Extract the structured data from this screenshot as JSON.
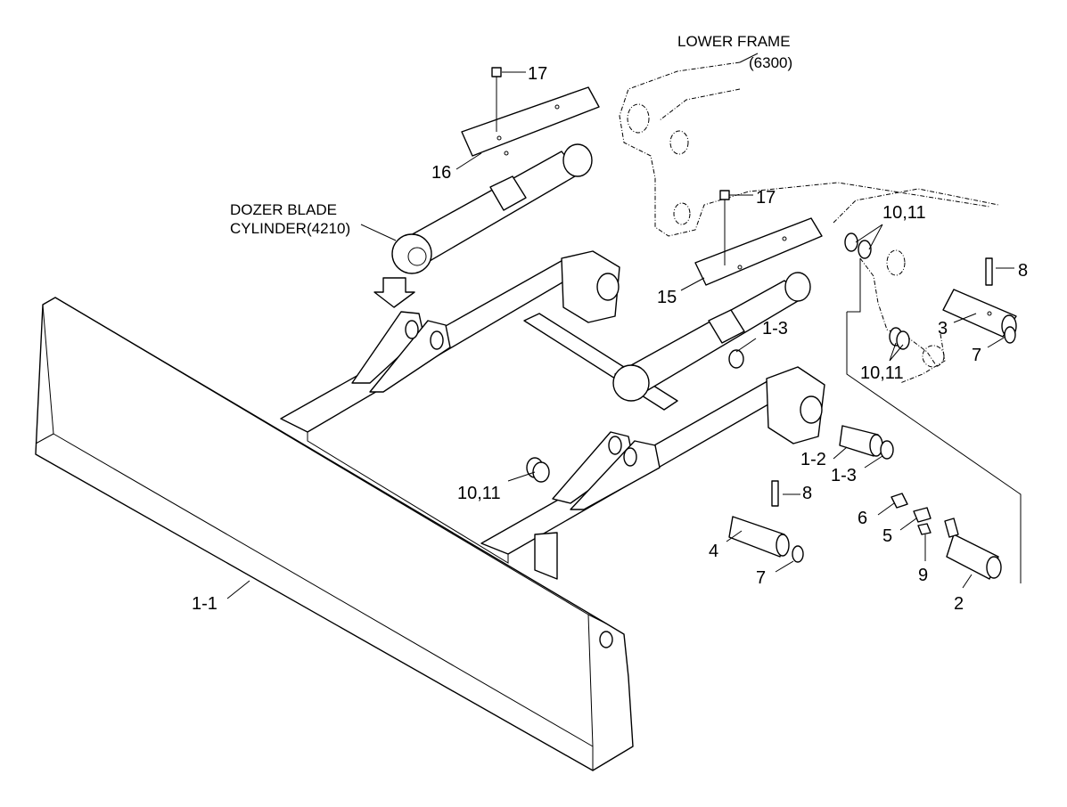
{
  "notes": {
    "lower_frame_line1": "LOWER FRAME",
    "lower_frame_line2": "(6300)",
    "cylinder_line1": "DOZER BLADE",
    "cylinder_line2": "CYLINDER(4210)"
  },
  "callouts": {
    "p17_top": "17",
    "p17_mid": "17",
    "p16": "16",
    "p15": "15",
    "p10_11_a": "10,11",
    "p10_11_b": "10,11",
    "p10_11_c": "10,11",
    "p8_a": "8",
    "p8_b": "8",
    "p3": "3",
    "p7_a": "7",
    "p7_b": "7",
    "p1_3_a": "1-3",
    "p1_3_b": "1-3",
    "p1_2": "1-2",
    "p6": "6",
    "p5": "5",
    "p9": "9",
    "p2": "2",
    "p4": "4",
    "p1_1": "1-1"
  },
  "colors": {
    "line": "#000000",
    "background": "#ffffff"
  }
}
